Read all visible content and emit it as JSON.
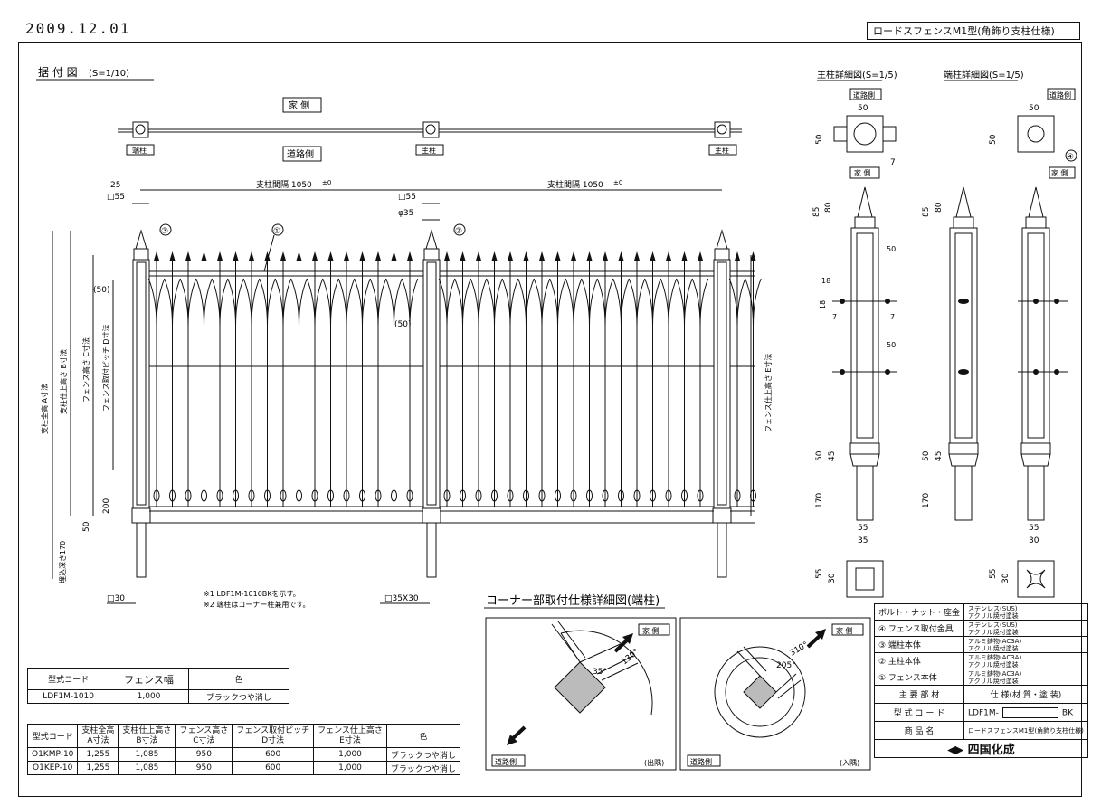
{
  "header": {
    "date": "2009.12.01",
    "title": "ロードスフェンスM1型(角飾り支柱仕様)"
  },
  "install_view": {
    "title": "据 付 図",
    "scale": "(S=1/10)",
    "house_side": "家 側",
    "road_side": "道路側",
    "post_labels": [
      "端柱",
      "主柱",
      "主柱"
    ],
    "dims": {
      "pitch1": "支柱間隔 1050",
      "pitch2": "支柱間隔 1050",
      "tol": "±0",
      "d25": "25",
      "sq55a": "□55",
      "sq55b": "□55",
      "phi35": "φ35",
      "p50a": "(50)",
      "p50b": "(50)",
      "d200": "200",
      "d50": "50",
      "embed": "埋込深さ170",
      "sq30": "□30",
      "sq35x30": "□35X30",
      "a_label": "支柱全高 A寸法",
      "b_label": "支柱仕上高さ B寸法",
      "c_label": "フェンス高さ C寸法",
      "d_label": "フェンス取付ピッチ D寸法",
      "e_label": "フェンス仕上高さ E寸法"
    },
    "callouts": [
      "①",
      "②",
      "③"
    ],
    "notes": [
      "※1 LDF1M-1010BKを示す。",
      "※2 端柱はコーナー柱兼用です。"
    ]
  },
  "main_post_detail": {
    "title": "主柱詳細図(S=1/5)",
    "side_tag": "道路側",
    "house_tag": "家 側",
    "dims": [
      "50",
      "50",
      "7",
      "85",
      "80",
      "50",
      "18",
      "18",
      "7",
      "7",
      "50",
      "50",
      "45",
      "170",
      "55",
      "35",
      "55",
      "30"
    ]
  },
  "end_post_detail": {
    "title": "端柱詳細図(S=1/5)",
    "side_tag": "道路側",
    "house_tag": "家 側",
    "callout": "④",
    "dims": [
      "50",
      "50",
      "85",
      "80",
      "50",
      "45",
      "170",
      "55",
      "30",
      "55",
      "30"
    ]
  },
  "corner_detail": {
    "title": "コーナー部取付仕様詳細図(端柱)",
    "left": {
      "house": "家 側",
      "road": "道路側",
      "angle1": "130°",
      "angle2": "35°",
      "type": "(出隅)"
    },
    "right": {
      "house": "家 側",
      "road": "道路側",
      "angle1": "310°",
      "angle2": "205°",
      "type": "(入隅)"
    }
  },
  "table_small": {
    "headers": [
      "型式コード",
      "フェンス幅",
      "色"
    ],
    "rows": [
      [
        "LDF1M-1010",
        "1,000",
        "ブラックつや消し"
      ]
    ]
  },
  "table_large": {
    "headers": [
      "型式コード",
      "支柱全高\nA寸法",
      "支柱仕上高さ\nB寸法",
      "フェンス高さ\nC寸法",
      "フェンス取付ピッチ\nD寸法",
      "フェンス仕上高さ\nE寸法",
      "色"
    ],
    "rows": [
      [
        "O1KMP-10",
        "1,255",
        "1,085",
        "950",
        "600",
        "1,000",
        "ブラックつや消し"
      ],
      [
        "O1KEP-10",
        "1,255",
        "1,085",
        "950",
        "600",
        "1,000",
        "ブラックつや消し"
      ]
    ]
  },
  "parts_table": {
    "rows": [
      {
        "part": "ボルト・ナット・座金",
        "spec1": "ステンレス(SUS)",
        "spec2": "アクリル焼付塗装"
      },
      {
        "part": "④ フェンス取付金具",
        "spec1": "ステンレス(SUS)",
        "spec2": "アクリル焼付塗装"
      },
      {
        "part": "③ 端柱本体",
        "spec1": "アルミ鋳物(AC3A)",
        "spec2": "アクリル焼付塗装"
      },
      {
        "part": "② 主柱本体",
        "spec1": "アルミ鋳物(AC3A)",
        "spec2": "アクリル焼付塗装"
      },
      {
        "part": "① フェンス本体",
        "spec1": "アルミ鋳物(AC3A)",
        "spec2": "アクリル焼付塗装"
      }
    ],
    "header_part": "主 要 部 材",
    "header_spec": "仕 様(材 質・塗 装)",
    "model_label": "型 式 コ ー ド",
    "model_value": "LDF1M-",
    "model_suffix": "BK",
    "product_label": "商 品 名",
    "product_value": "ロードスフェンスM1型(角飾り支柱仕様)",
    "company": "四国化成"
  }
}
